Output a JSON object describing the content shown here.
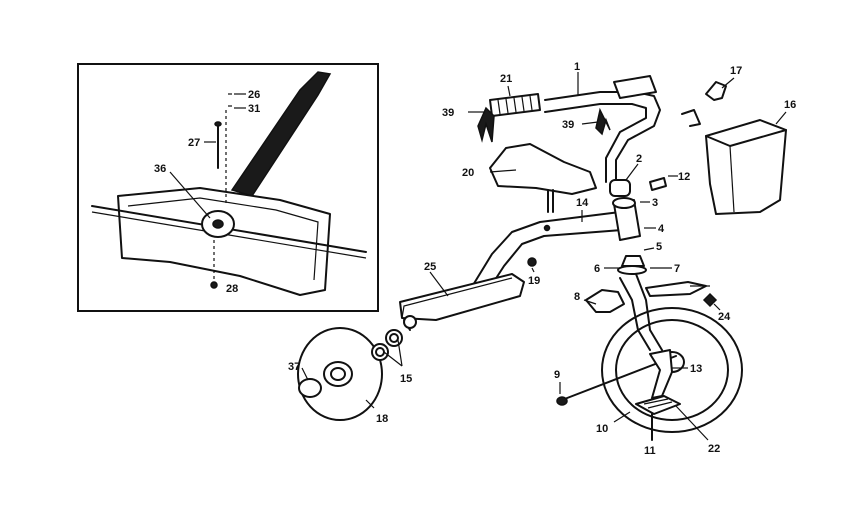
{
  "callouts": {
    "c1": "1",
    "c2": "2",
    "c3": "3",
    "c4": "4",
    "c5": "5",
    "c6": "6",
    "c7": "7",
    "c8": "8",
    "c9": "9",
    "c10": "10",
    "c11": "11",
    "c12": "12",
    "c13": "13",
    "c14": "14",
    "c15": "15",
    "c16": "16",
    "c17": "17",
    "c18": "18",
    "c19": "19",
    "c20": "20",
    "c21": "21",
    "c22": "22",
    "c24": "24",
    "c25": "25",
    "c26": "26",
    "c27": "27",
    "c28": "28",
    "c31": "31",
    "c36": "36",
    "c37": "37",
    "c39a": "39",
    "c39b": "39"
  },
  "colors": {
    "ink": "#111111",
    "paper": "#ffffff"
  }
}
